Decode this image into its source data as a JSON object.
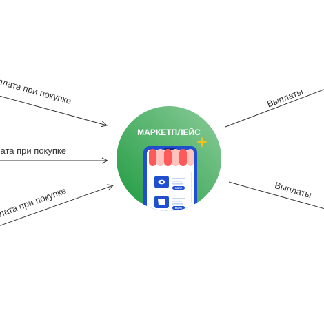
{
  "hub": {
    "title": "МАРКЕТПЛЕЙС",
    "colors": {
      "green_dark": "#27a04a",
      "green_light": "#7fc98f",
      "phone_blue": "#1f4fcf",
      "awning_red": "#ff5a5a",
      "awning_pink": "#ffc2bd",
      "star": "#f8c21c"
    },
    "phone": {
      "header_text": "",
      "button_label": "MORE"
    }
  },
  "edges": {
    "incoming": [
      {
        "label": "Оплата при покупке"
      },
      {
        "label": "Оплата при покупке"
      },
      {
        "label": "Оплата при покупке"
      }
    ],
    "outgoing": [
      {
        "label": "Выплаты"
      },
      {
        "label": "Выплаты"
      }
    ]
  }
}
